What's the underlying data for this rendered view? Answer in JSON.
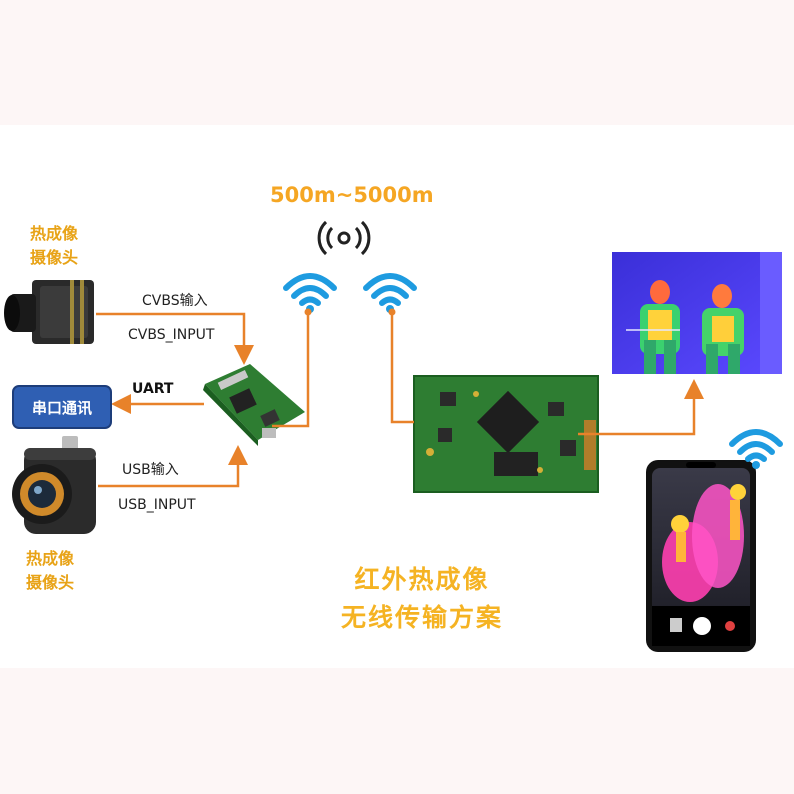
{
  "range_label": "500m~5000m",
  "camera_top": {
    "line1": "热成像",
    "line2": "摄像头"
  },
  "camera_bottom": {
    "line1": "热成像",
    "line2": "摄像头"
  },
  "connections": {
    "cvbs_cn": "CVBS输入",
    "cvbs_en": "CVBS_INPUT",
    "uart": "UART",
    "usb_cn": "USB输入",
    "usb_en": "USB_INPUT"
  },
  "serial_box": "串口通讯",
  "solution_title": {
    "line1": "红外热成像",
    "line2": "无线传输方案"
  },
  "colors": {
    "arrow": "#e8822a",
    "wifi": "#1e9be0",
    "title": "#f5b323",
    "serial_box": "#2f5fb3",
    "board": "#2e7d32"
  },
  "icons": [
    "wireless-signal-icon",
    "wifi-icon",
    "thermal-camera-image",
    "thermal-phone-image",
    "circuit-board-image"
  ]
}
